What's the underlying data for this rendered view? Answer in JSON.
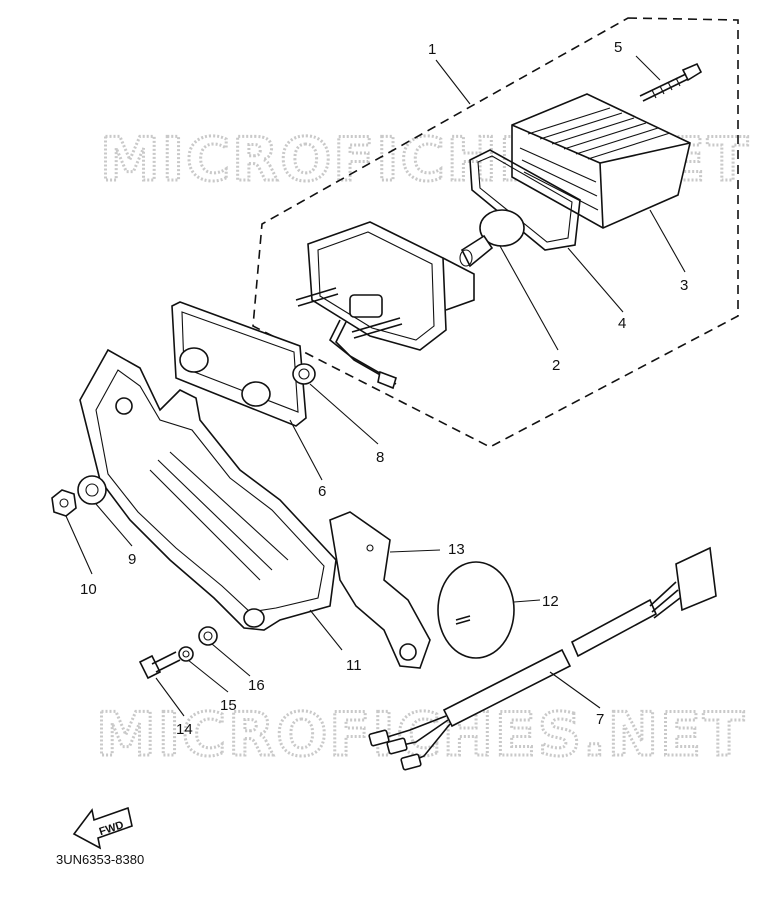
{
  "watermark": "MICROFICHES.NET",
  "diagram_code": "3UN6353-8380",
  "fwd_label": "FWD",
  "callouts": {
    "c1": "1",
    "c2": "2",
    "c3": "3",
    "c4": "4",
    "c5": "5",
    "c6": "6",
    "c7": "7",
    "c8": "8",
    "c9": "9",
    "c10": "10",
    "c11": "11",
    "c12": "12",
    "c13": "13",
    "c14": "14",
    "c15": "15",
    "c16": "16"
  },
  "colors": {
    "ink": "#111111",
    "watermark": "#c9c9c9",
    "background": "#ffffff"
  }
}
